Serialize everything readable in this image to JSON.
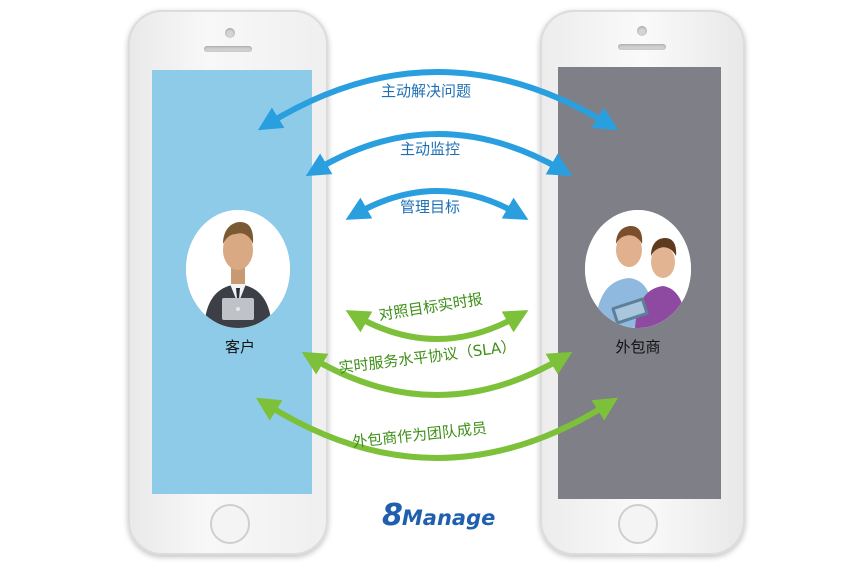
{
  "diagram": {
    "left_role": "客户",
    "right_role": "外包商",
    "blue_arrows": [
      "主动解决问题",
      "主动监控",
      "管理目标"
    ],
    "green_arrows": [
      "对照目标实时报",
      "实时服务水平协议（SLA）",
      "外包商作为团队成员"
    ],
    "logo": {
      "number": "8",
      "word": "Manage"
    }
  },
  "colors": {
    "blue_arrow": "#2a9fe0",
    "green_arrow": "#7dc03a",
    "left_screen": "#8ecbe9",
    "right_screen": "#7e7f87",
    "logo": "#1f5fae"
  }
}
